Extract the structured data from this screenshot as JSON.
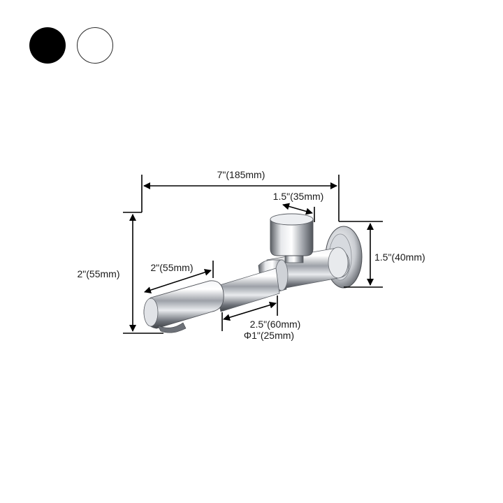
{
  "colors": {
    "swatches": [
      {
        "name": "black",
        "value": "#000000"
      },
      {
        "name": "white",
        "value": "#ffffff"
      }
    ],
    "dimension_line": "#000000",
    "chrome_highlight": "#ffffff",
    "chrome_mid": "#b9bcc2",
    "chrome_dark": "#4a4d52"
  },
  "dimensions": {
    "total_length": "7\"(185mm)",
    "handle_width": "1.5\"(35mm)",
    "wall_plate_height": "1.5\"(40mm)",
    "total_height": "2\"(55mm)",
    "spout_length": "2\"(55mm)",
    "pipe_length": "2.5\"(60mm)",
    "pipe_diameter": "Φ1\"(25mm)"
  }
}
